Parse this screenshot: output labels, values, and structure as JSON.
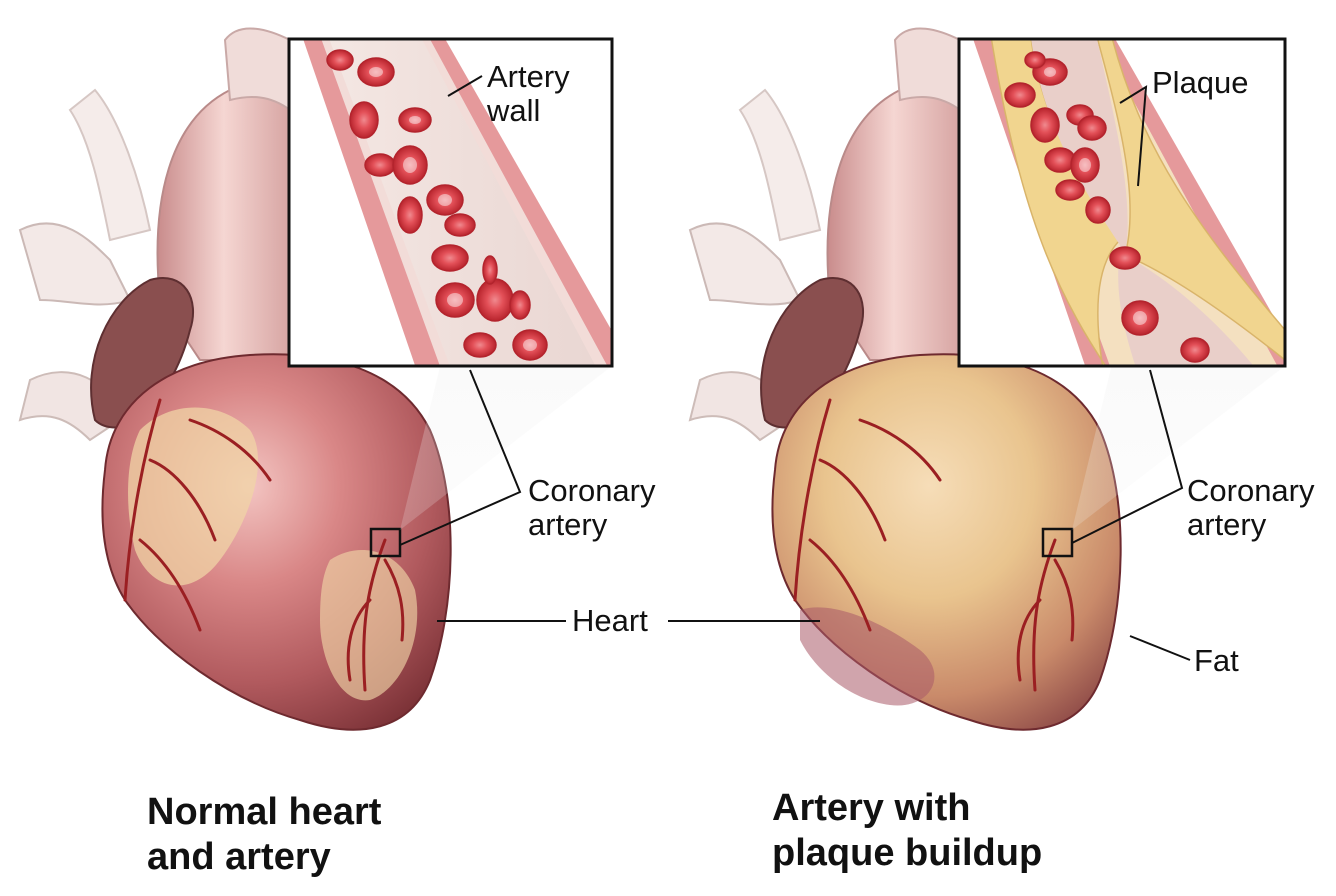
{
  "diagram": {
    "labels": {
      "artery_wall": [
        "Artery",
        "wall"
      ],
      "plaque": "Plaque",
      "coronary_artery_left": [
        "Coronary",
        "artery"
      ],
      "coronary_artery_right": [
        "Coronary",
        "artery"
      ],
      "heart": "Heart",
      "fat": "Fat"
    },
    "captions": {
      "left": [
        "Normal heart",
        "and artery"
      ],
      "right": [
        "Artery with",
        "plaque buildup"
      ]
    },
    "colors": {
      "heart_muscle": "#b4545c",
      "heart_fat": "#e8c98a",
      "aorta": "#e7b7b4",
      "artery_wall": "#e5999b",
      "blood_cell": "#d83a45",
      "plaque": "#f1d58f",
      "vessel_red": "#9b1f22"
    }
  }
}
